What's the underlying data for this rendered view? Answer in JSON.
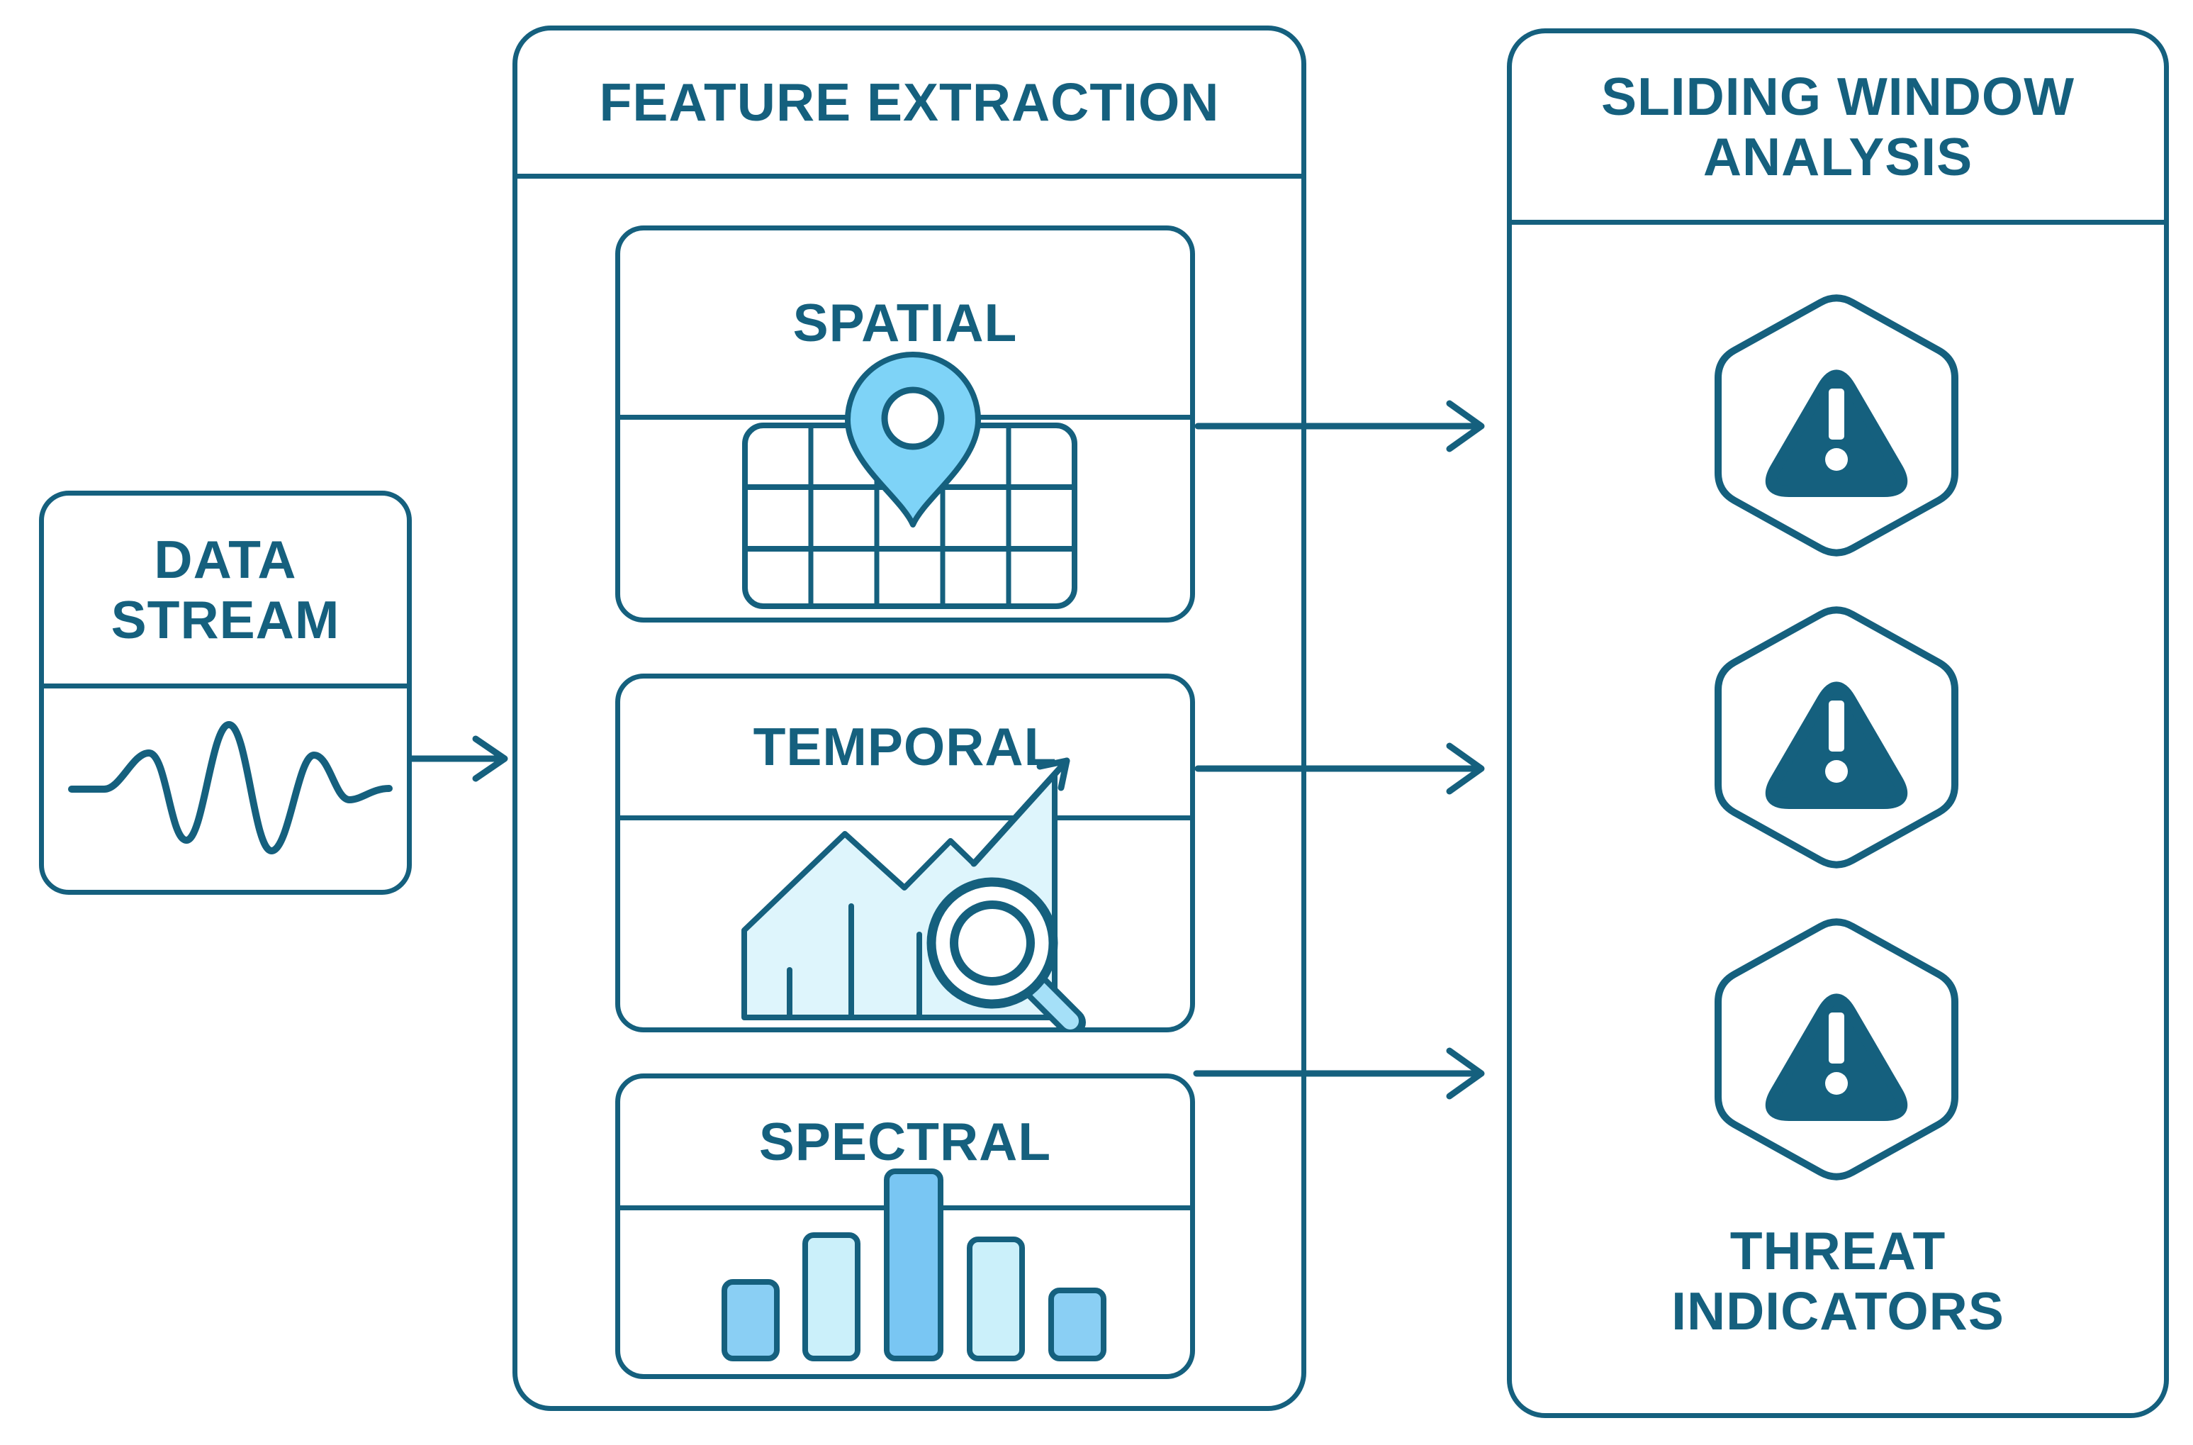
{
  "palette": {
    "ink_teal": "#15607E",
    "pin_blue": "#7ED3F7",
    "bar_bright_blue": "#79C6F3",
    "bar_medium_blue": "#8ACFF4",
    "bar_pale_cyan": "#CBF0FA",
    "area_fill": "#DEF5FC",
    "magnifier_handle": "#A5E0F8",
    "background": "#FFFFFF"
  },
  "data_stream": {
    "title_line1": "DATA",
    "title_line2": "STREAM",
    "icon": "waveform-icon"
  },
  "feature_extraction": {
    "title": "FEATURE EXTRACTION",
    "boxes": [
      {
        "label": "SPATIAL",
        "icon": "map-grid-location-pin-icon"
      },
      {
        "label": "TEMPORAL",
        "icon": "trend-chart-magnifier-icon"
      },
      {
        "label": "SPECTRAL",
        "icon": "spectrum-bars-icon"
      }
    ]
  },
  "sliding_window": {
    "title_line1": "SLIDING WINDOW",
    "title_line2": "ANALYSIS",
    "indicators": [
      {
        "icon": "warning-hexagon-icon"
      },
      {
        "icon": "warning-hexagon-icon"
      },
      {
        "icon": "warning-hexagon-icon"
      }
    ],
    "caption_line1": "THREAT",
    "caption_line2": "INDICATORS"
  }
}
